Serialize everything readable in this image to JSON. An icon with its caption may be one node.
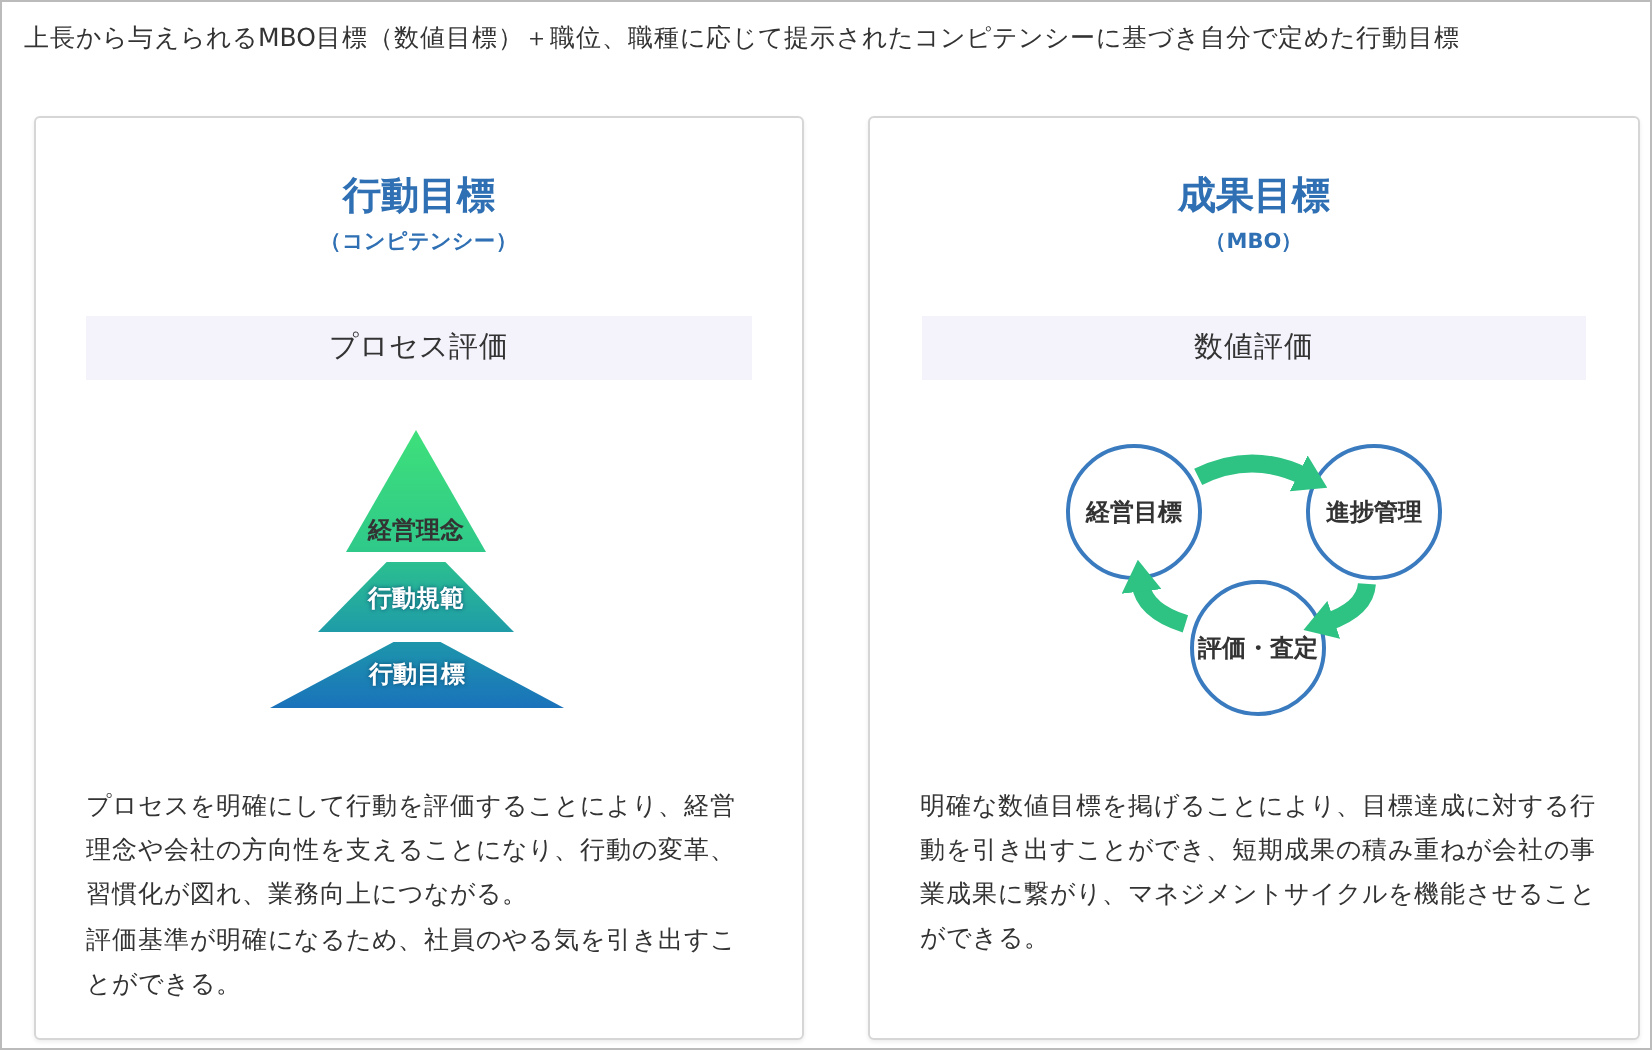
{
  "diagram": {
    "title": "上長から与えられるMBO目標（数値目標）＋職位、職種に応じて提示されたコンピテンシーに基づき自分で定めた行動目標",
    "nodes": [
      {
        "text": [
          "行動目標",
          "（コンピテンシー）",
          "プロセスを明確にして行動を評価することにより、経営理念や会社の方向性を支えることになり、行動の変革、習慣化が図れ、業務向上につながる。",
          "評価基準が明確になるため、社員のやる気を引き出すことができる。"
        ]
      },
      {
        "text": [
          "プロセス評価"
        ],
        "in": 0
      },
      {
        "text": [
          "経営理念"
        ],
        "in": 0
      },
      {
        "text": [
          "行動規範"
        ],
        "in": 0
      },
      {
        "text": [
          "行動目標"
        ],
        "in": 0
      },
      {
        "text": [
          "成果目標",
          "（MBO）",
          "明確な数値目標を掲げることにより、目標達成に対する行動を引き出すことができ、短期成果の積み重ねが会社の事業成果に繋がり、マネジメントサイクルを機能させることができる。"
        ]
      },
      {
        "text": [
          "数値評価"
        ],
        "in": 5
      },
      {
        "text": [
          "経営目標"
        ],
        "in": 5
      },
      {
        "text": [
          "進捗管理"
        ],
        "in": 5
      },
      {
        "text": [
          "評価・査定"
        ],
        "in": 5
      }
    ],
    "edges": [
      {
        "from": 7,
        "to": 8,
        "arrow": "to"
      },
      {
        "from": 8,
        "to": 9,
        "arrow": "to"
      },
      {
        "from": 9,
        "to": 7,
        "arrow": "to"
      }
    ]
  }
}
